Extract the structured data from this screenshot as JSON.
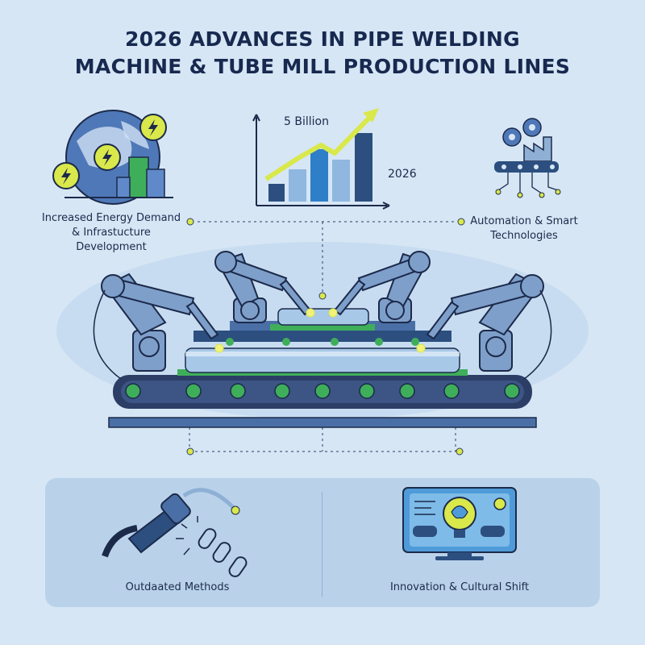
{
  "title": {
    "line1": "2026 ADVANCES IN PIPE WELDING",
    "line2": "MACHINE & TUBE MILL PRODUCTION LINES"
  },
  "chart": {
    "value_label": "5 Billion",
    "year_label": "2026"
  },
  "left_feature": {
    "label_line1": "Increased Energy Demand",
    "label_line2": "& Infrastucture",
    "label_line3": "Development",
    "icon": "globe-city-energy-icon"
  },
  "right_feature": {
    "label_line1": "Automation & Smart",
    "label_line2": "Technologies",
    "icon": "gears-factory-network-icon"
  },
  "bottom_left": {
    "label": "Outdaated Methods",
    "icon": "welding-torch-broken-chain-icon"
  },
  "bottom_right": {
    "label": "Innovation & Cultural Shift",
    "icon": "brain-lightbulb-screen-icon"
  },
  "colors": {
    "background": "#d6e6f5",
    "navy": "#17294f",
    "accent_green": "#3fae5a",
    "accent_yellow": "#d9e84a",
    "robot_blue": "#7e9fca"
  }
}
